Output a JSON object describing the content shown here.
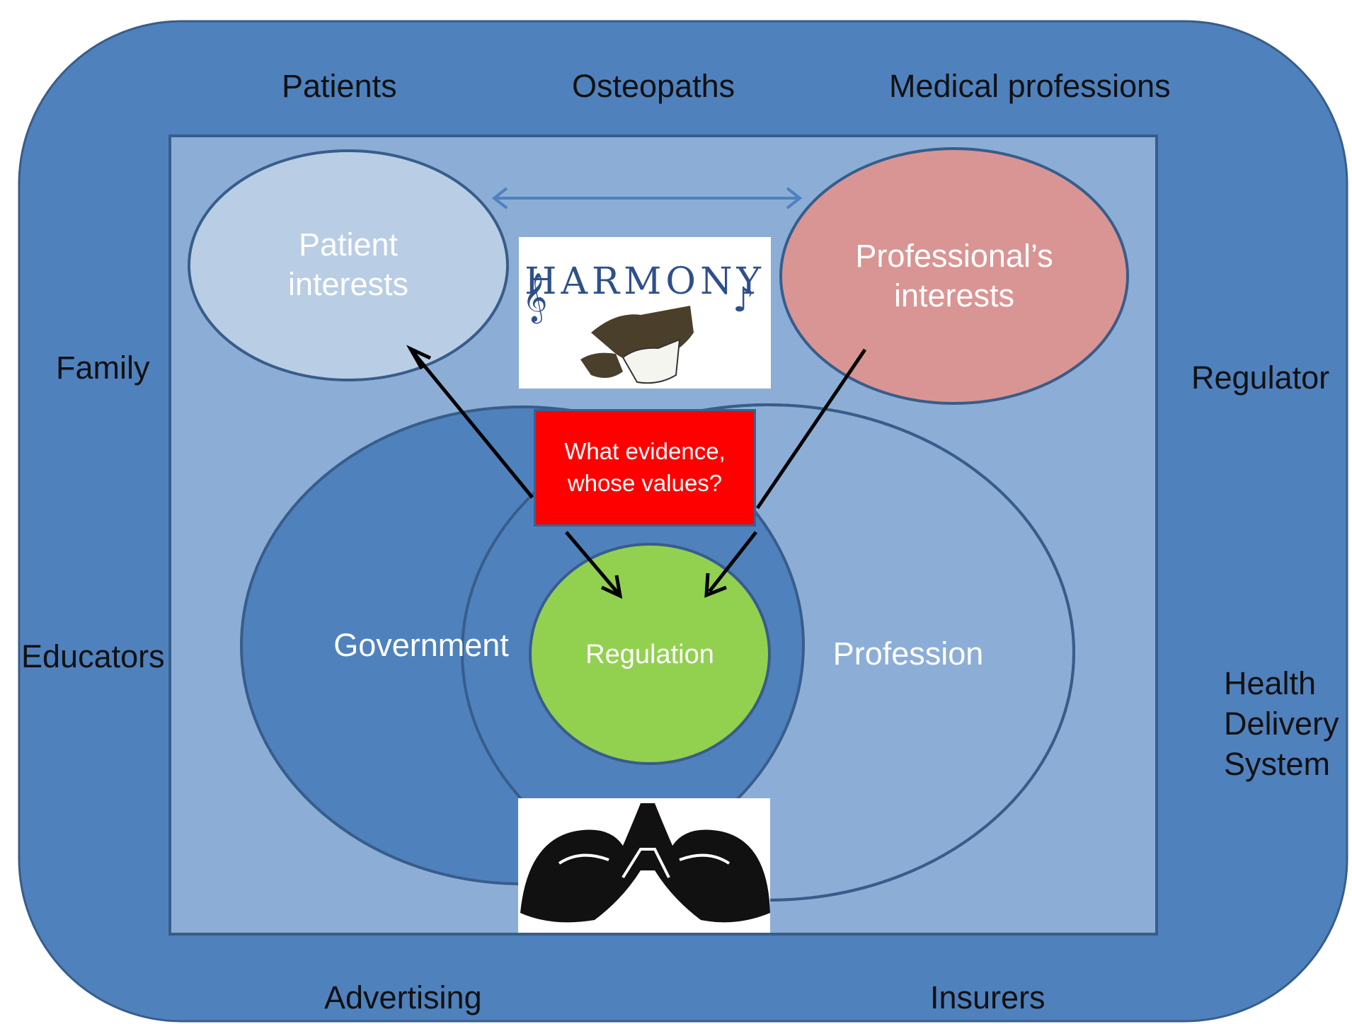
{
  "outer_stakeholders": {
    "top": [
      "Patients",
      "Osteopaths",
      "Medical professions"
    ],
    "left": [
      "Family",
      "Educators"
    ],
    "right": [
      "Regulator",
      "Health",
      "Delivery",
      "System"
    ],
    "bottom": [
      "Advertising",
      "Insurers"
    ]
  },
  "inner": {
    "patient_interests": [
      "Patient",
      "interests"
    ],
    "professional_interests": [
      "Professional’s",
      "interests"
    ],
    "government": "Government",
    "profession": "Profession",
    "regulation": "Regulation",
    "question": [
      "What evidence,",
      "whose values?"
    ],
    "harmony_text": "HARMONY"
  },
  "colors": {
    "outer_fill": "#4f81bd",
    "outline": "#385d8a",
    "inner_fill": "#8caed6",
    "patient_fill": "#b9cde5",
    "professional_fill": "#d99594",
    "regulation_fill": "#92d050",
    "question_fill": "#ff0000",
    "arrow_blue": "#4f81bd"
  }
}
